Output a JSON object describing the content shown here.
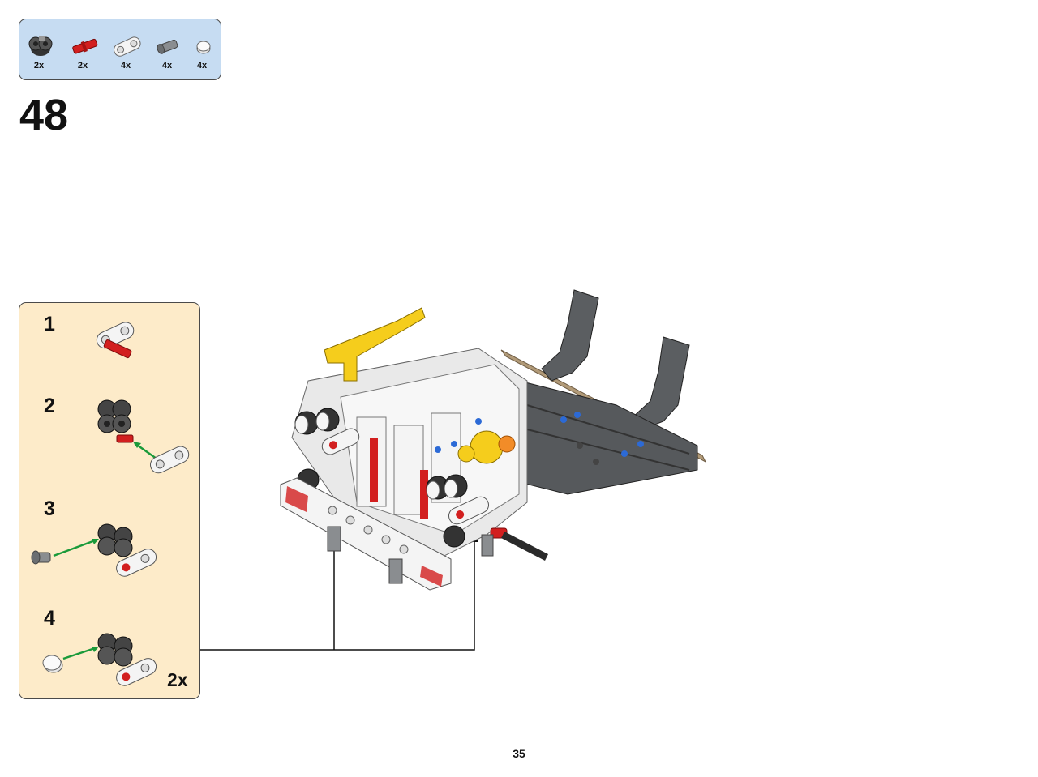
{
  "parts_list": {
    "items": [
      {
        "name": "black-double-connector",
        "qty": "2x"
      },
      {
        "name": "red-axle-pin",
        "qty": "2x"
      },
      {
        "name": "white-beam-3",
        "qty": "4x"
      },
      {
        "name": "grey-pin-with-stop",
        "qty": "4x"
      },
      {
        "name": "white-round-tile",
        "qty": "4x"
      }
    ]
  },
  "step": {
    "number": "48"
  },
  "sub_assembly": {
    "steps": [
      {
        "number": "1"
      },
      {
        "number": "2"
      },
      {
        "number": "3"
      },
      {
        "number": "4"
      }
    ],
    "multiplier": "2x"
  },
  "page": {
    "number": "35"
  },
  "colors": {
    "callout_blue": "#c6dcf2",
    "callout_tan": "#fdebc9",
    "arrow_green": "#1a9a3a",
    "brick_red": "#d21f1f",
    "brick_yellow": "#f5cd1c",
    "brick_dark_grey": "#5b5e61",
    "brick_white": "#f4f4f4",
    "brick_tan": "#b19a78"
  }
}
